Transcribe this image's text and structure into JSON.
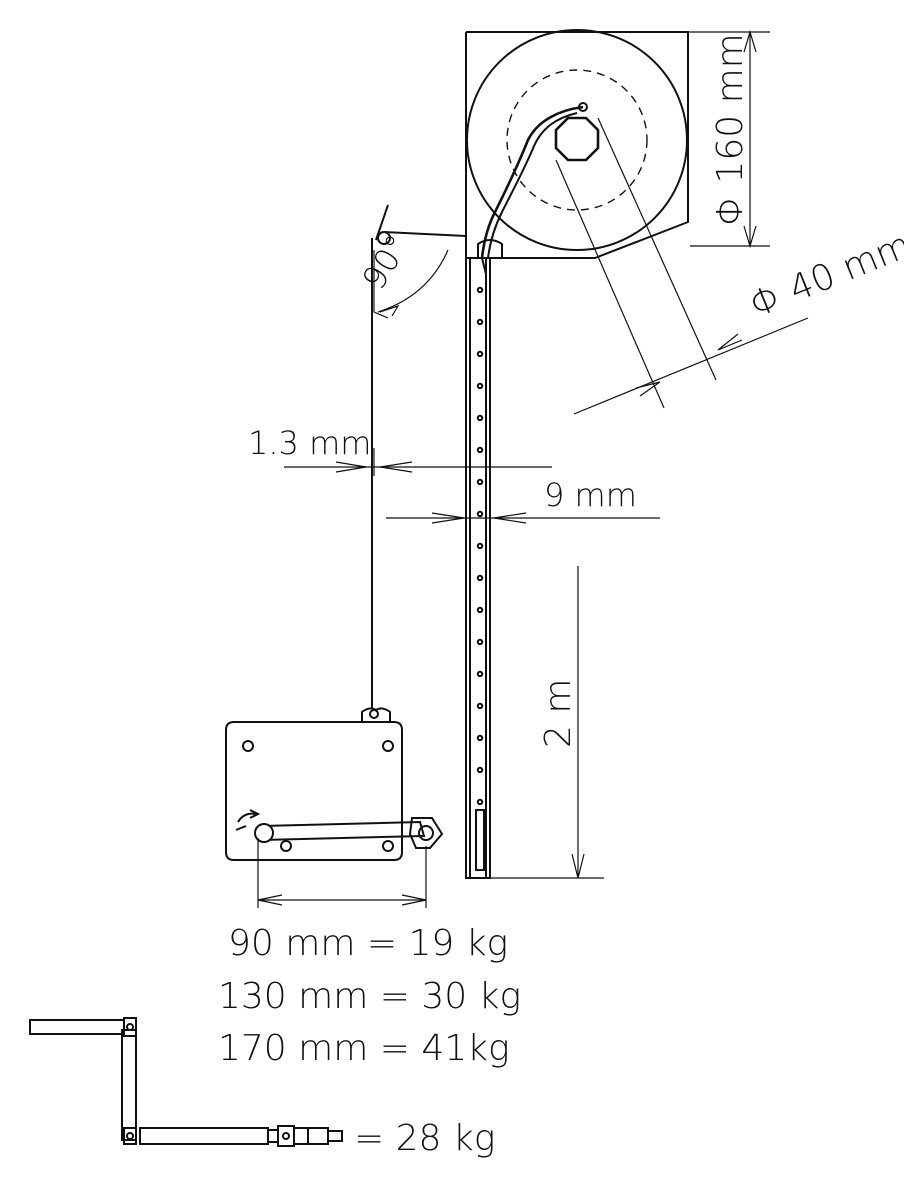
{
  "labels": {
    "roller_diameter": "Φ 160 mm",
    "axle_diameter": "Φ 40 mm",
    "angle": "90°",
    "strap_thickness": "1.3 mm",
    "guide_gap": "9 mm",
    "height": "2 m",
    "crank_90": "90 mm = 19 kg",
    "crank_130": "130 mm = 30 kg",
    "crank_170": "170 mm = 41kg",
    "hand_crank": "= 28 kg"
  },
  "colors": {
    "line": "#111111",
    "background": "#ffffff"
  }
}
